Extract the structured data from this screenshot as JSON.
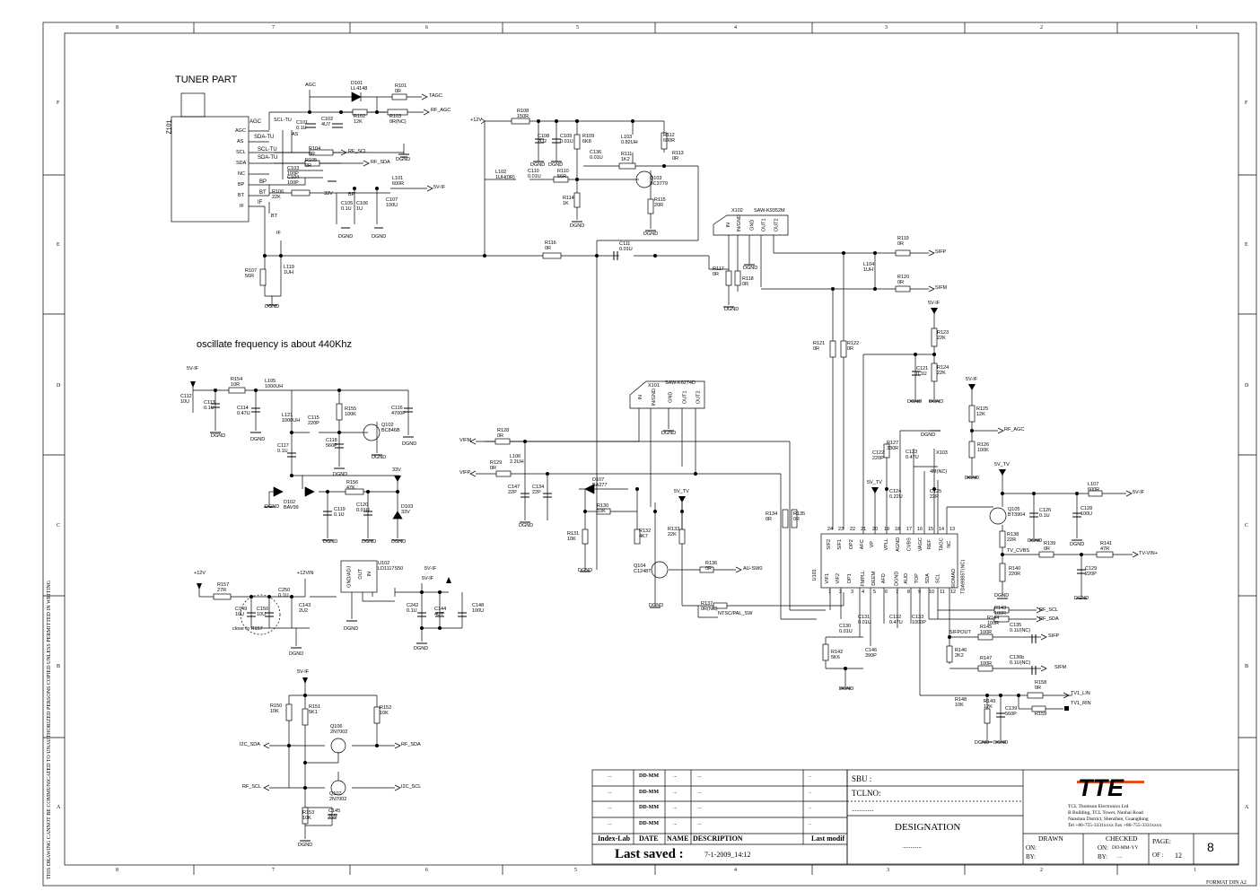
{
  "frame": {
    "col_labels": [
      "8",
      "7",
      "6",
      "5",
      "4",
      "3",
      "2",
      "1"
    ],
    "row_labels": [
      "F",
      "E",
      "D",
      "C",
      "B",
      "A"
    ],
    "side_note": "THIS DRAWING CANNOT BE COMMUNICATED TO UNAUTHORIZED PERSONS COPIED UNLESS PERMITTED IN WRITING",
    "format": "FORMAT DIN A2"
  },
  "notes": {
    "tuner_part": "TUNER PART",
    "oscillate": "oscillate frequency is about 440Khz",
    "close_to": "close to R157"
  },
  "tuner": {
    "ref": "Z101",
    "pins": [
      "AGC",
      "AS",
      "SCL",
      "SDA",
      "NC",
      "BP",
      "BT",
      "IF"
    ],
    "nets": [
      "AGC",
      "SDA-TU",
      "SCL-TU",
      "SDA-TU",
      "BP",
      "BT",
      "IF"
    ]
  },
  "signals": {
    "agc": "AGC",
    "tagc": "TAGC",
    "rf_agc": "RF_AGC",
    "scl_tu": "SCL-TU",
    "as": "AS",
    "rf_scl": "RF_SCL",
    "rf_sda": "RF_SDA",
    "bp": "BP",
    "bt": "BT",
    "if": "IF",
    "v33": "33V",
    "v5if": "5V-IF",
    "v12": "+12V",
    "v12vin": "+12VIN",
    "v5tv": "5V_TV",
    "vifm": "VIFM",
    "vifp": "VIFP",
    "sifp": "SIFP",
    "sifm": "SIFM",
    "au_sw0": "AU-SW0",
    "ntsc_pal": "NTSC/PAL_SW",
    "tv_cvbs": "TV_CVBS",
    "tv_vin": "TV-VIN+",
    "sifpout": "SIFPOUT",
    "tv1_lin": "TV1_LIN",
    "tv1_rin": "TV1_RIN",
    "i2c_sda": "I2C_SDA",
    "i2c_scl": "I2C_SCL",
    "dgnd": "DGND"
  },
  "saw": {
    "x102": "X102",
    "x102_part": "SAW-K9352M",
    "x102_pins": [
      "IN",
      "IN/GND",
      "GND",
      "OUT1",
      "OUT2"
    ],
    "x101": "X101",
    "x101_part": "SAW-K6274D",
    "x101_pins": [
      "IN",
      "IN/GND",
      "GND",
      "OUT1",
      "OUT2"
    ]
  },
  "ic": {
    "u101": "U101",
    "part": "TDA9885T(NC)",
    "top_pins": [
      "SIF2",
      "SIF1",
      "OP2",
      "AFC",
      "VP",
      "VPLL",
      "AGND",
      "CVBS",
      "VAGC",
      "REF",
      "TAGC",
      "NC"
    ],
    "top_nums": [
      "24",
      "23",
      "22",
      "21",
      "20",
      "19",
      "18",
      "17",
      "16",
      "15",
      "14",
      "13"
    ],
    "bottom_pins": [
      "VIF1",
      "VIF2",
      "OP1",
      "FMPLL",
      "DEEM",
      "AFD",
      "DGND",
      "AUD",
      "TOP",
      "SDA",
      "SCL",
      "SIOMAD"
    ],
    "bottom_nums": [
      "1",
      "2",
      "3",
      "4",
      "5",
      "6",
      "7",
      "8",
      "9",
      "10",
      "11",
      "12"
    ],
    "x103": "X103",
    "x103_val": "4M(NC)",
    "u102": "U102",
    "u102_part": "LD1117S50",
    "u102_pins": [
      "GND/ADJ",
      "OUT",
      "IN"
    ]
  },
  "components": [
    {
      "ref": "D101",
      "val": "LL4148"
    },
    {
      "ref": "R101",
      "val": "0R"
    },
    {
      "ref": "R103",
      "val": "0R(NC)"
    },
    {
      "ref": "R102",
      "val": "12K"
    },
    {
      "ref": "C101",
      "val": "0.1U"
    },
    {
      "ref": "C102",
      "val": "4U7"
    },
    {
      "ref": "R104",
      "val": "0R"
    },
    {
      "ref": "R105",
      "val": "0R"
    },
    {
      "ref": "C103",
      "val": "100P"
    },
    {
      "ref": "C104",
      "val": "100P"
    },
    {
      "ref": "R106",
      "val": "22K"
    },
    {
      "ref": "L101",
      "val": "600R"
    },
    {
      "ref": "C105",
      "val": "0.1U"
    },
    {
      "ref": "C106",
      "val": "1U"
    },
    {
      "ref": "C107",
      "val": "100U"
    },
    {
      "ref": "R107",
      "val": "56R"
    },
    {
      "ref": "L119",
      "val": "1UH"
    },
    {
      "ref": "R108",
      "val": "150R"
    },
    {
      "ref": "C108",
      "val": "2U2"
    },
    {
      "ref": "C109",
      "val": "0.01U"
    },
    {
      "ref": "R109",
      "val": "6K8"
    },
    {
      "ref": "L103",
      "val": "0.82UH"
    },
    {
      "ref": "R112",
      "val": "680R"
    },
    {
      "ref": "C136",
      "val": "0.01U"
    },
    {
      "ref": "R111",
      "val": "1K2"
    },
    {
      "ref": "R113",
      "val": "0R"
    },
    {
      "ref": "L102",
      "val": "1UH(0R)"
    },
    {
      "ref": "C110",
      "val": "0.01U"
    },
    {
      "ref": "R110",
      "val": "56R"
    },
    {
      "ref": "Q103",
      "val": "BC3779"
    },
    {
      "ref": "R114",
      "val": "1K"
    },
    {
      "ref": "R115",
      "val": "20R"
    },
    {
      "ref": "R116",
      "val": "0R"
    },
    {
      "ref": "C111",
      "val": "0.01U"
    },
    {
      "ref": "R117",
      "val": "0R"
    },
    {
      "ref": "R118",
      "val": "0R"
    },
    {
      "ref": "R119",
      "val": "0R"
    },
    {
      "ref": "L104",
      "val": "1UH"
    },
    {
      "ref": "R120",
      "val": "0R"
    },
    {
      "ref": "R121",
      "val": "0R"
    },
    {
      "ref": "R122",
      "val": "0R"
    },
    {
      "ref": "R123",
      "val": "22K"
    },
    {
      "ref": "C121",
      "val": "0.1U"
    },
    {
      "ref": "R124",
      "val": "22K"
    },
    {
      "ref": "R125",
      "val": "12K"
    },
    {
      "ref": "R126",
      "val": "100K"
    },
    {
      "ref": "R154",
      "val": "10R"
    },
    {
      "ref": "L105",
      "val": "1000UH"
    },
    {
      "ref": "C112",
      "val": "10U"
    },
    {
      "ref": "C113",
      "val": "0.1U"
    },
    {
      "ref": "C114",
      "val": "0.47U"
    },
    {
      "ref": "R155",
      "val": "100K"
    },
    {
      "ref": "C116",
      "val": "4700P"
    },
    {
      "ref": "L121",
      "val": "1000UH"
    },
    {
      "ref": "C115",
      "val": "220P"
    },
    {
      "ref": "Q102",
      "val": "BC846B"
    },
    {
      "ref": "C118",
      "val": "560P"
    },
    {
      "ref": "C117",
      "val": "0.1U"
    },
    {
      "ref": "D102",
      "val": "BAV99"
    },
    {
      "ref": "R156",
      "val": "47K"
    },
    {
      "ref": "D103",
      "val": "33V"
    },
    {
      "ref": "C119",
      "val": "0.1U"
    },
    {
      "ref": "C120",
      "val": "0.01U"
    },
    {
      "ref": "R128",
      "val": "0R"
    },
    {
      "ref": "R129",
      "val": "0R"
    },
    {
      "ref": "L106",
      "val": "2.2UH"
    },
    {
      "ref": "C147",
      "val": "22P"
    },
    {
      "ref": "C134",
      "val": "22P"
    },
    {
      "ref": "D107",
      "val": "BA277"
    },
    {
      "ref": "R130",
      "val": "10K"
    },
    {
      "ref": "R131",
      "val": "10K"
    },
    {
      "ref": "R132",
      "val": "4K7"
    },
    {
      "ref": "R133",
      "val": "22K"
    },
    {
      "ref": "Q104",
      "val": "C1248T"
    },
    {
      "ref": "R136",
      "val": "0R"
    },
    {
      "ref": "R137",
      "val": "0R(NC)"
    },
    {
      "ref": "R134",
      "val": "0R"
    },
    {
      "ref": "R135",
      "val": "0R"
    },
    {
      "ref": "R127",
      "val": "330R"
    },
    {
      "ref": "C122",
      "val": "220P"
    },
    {
      "ref": "C123",
      "val": "0.47U"
    },
    {
      "ref": "C124",
      "val": "0.22U"
    },
    {
      "ref": "C125",
      "val": "22P"
    },
    {
      "ref": "L107",
      "val": "600R"
    },
    {
      "ref": "Q105",
      "val": "BT3904"
    },
    {
      "ref": "C126",
      "val": "0.1U"
    },
    {
      "ref": "C128",
      "val": "100U"
    },
    {
      "ref": "R138",
      "val": "22R"
    },
    {
      "ref": "R139",
      "val": "0R"
    },
    {
      "ref": "R141",
      "val": "47R"
    },
    {
      "ref": "C129",
      "val": "220P"
    },
    {
      "ref": "R140",
      "val": "220R"
    },
    {
      "ref": "R157",
      "val": "27R"
    },
    {
      "ref": "C149",
      "val": "10U"
    },
    {
      "ref": "C150",
      "val": "10U"
    },
    {
      "ref": "C250",
      "val": "0.1U"
    },
    {
      "ref": "C143",
      "val": "2U2"
    },
    {
      "ref": "C242",
      "val": "0.1U"
    },
    {
      "ref": "C144",
      "val": "4U7"
    },
    {
      "ref": "C148",
      "val": "100U"
    },
    {
      "ref": "R150",
      "val": "10K"
    },
    {
      "ref": "R151",
      "val": "5K1"
    },
    {
      "ref": "R152",
      "val": "10K"
    },
    {
      "ref": "Q106",
      "val": "2N7002"
    },
    {
      "ref": "Q107",
      "val": "2N7002"
    },
    {
      "ref": "R153",
      "val": "10K"
    },
    {
      "ref": "C145",
      "val": "2U2"
    },
    {
      "ref": "C130",
      "val": "0.01U"
    },
    {
      "ref": "C131",
      "val": "0.01U"
    },
    {
      "ref": "C132",
      "val": "0.47U"
    },
    {
      "ref": "C133",
      "val": "1000P"
    },
    {
      "ref": "R142",
      "val": "5K6"
    },
    {
      "ref": "C146",
      "val": "390P"
    },
    {
      "ref": "R143",
      "val": "100R"
    },
    {
      "ref": "R144",
      "val": "100R"
    },
    {
      "ref": "R145",
      "val": "100R"
    },
    {
      "ref": "C135",
      "val": "0.1U(NC)"
    },
    {
      "ref": "R146",
      "val": "2K2"
    },
    {
      "ref": "R147",
      "val": "100R"
    },
    {
      "ref": "C136b",
      "val": "0.1U(NC)"
    },
    {
      "ref": "R148",
      "val": "10K"
    },
    {
      "ref": "R149",
      "val": "12K"
    },
    {
      "ref": "C139",
      "val": "560P"
    },
    {
      "ref": "R158",
      "val": "0R"
    },
    {
      "ref": "R159",
      "val": ""
    }
  ],
  "title_block": {
    "rows": [
      {
        "a": "...",
        "b": "DD-MM",
        "c": "...",
        "d": "...",
        "e": ".."
      },
      {
        "a": "...",
        "b": "DD-MM",
        "c": "...",
        "d": "...",
        "e": ".."
      },
      {
        "a": "...",
        "b": "DD-MM",
        "c": "...",
        "d": "...",
        "e": ".."
      },
      {
        "a": "...",
        "b": "DD-MM",
        "c": "...",
        "d": "...",
        "e": ".."
      }
    ],
    "headers": [
      "Index-Lab",
      "DATE",
      "NAME",
      "DESCRIPTION",
      "Last modif"
    ],
    "last_saved_label": "Last saved :",
    "last_saved_value": "7-1-2009_14:12",
    "sbu": "SBU :",
    "tclno": "TCLNO:",
    "dots": "..............",
    "designation": "DESIGNATION",
    "designation_dots": "............",
    "logo": "TTE",
    "company": [
      "TCL Thomson Electronics Ltd",
      "B Building, TCL Tower, Nanhai Road",
      "Nanshan District, Shenzhen, Guangdong",
      "Tel +86-755-3331xxxx    Fax +86-755-3331xxxx"
    ],
    "drawn": "DRAWN",
    "checked": "CHECKED",
    "page": "PAGE:",
    "on": "ON:",
    "by": "BY:",
    "on2": "ON:",
    "on2_val": "DD-MM-YY",
    "by2": "BY:",
    "by2_val": "....",
    "of": "OF :",
    "of_val": "12",
    "page_num": "8"
  }
}
